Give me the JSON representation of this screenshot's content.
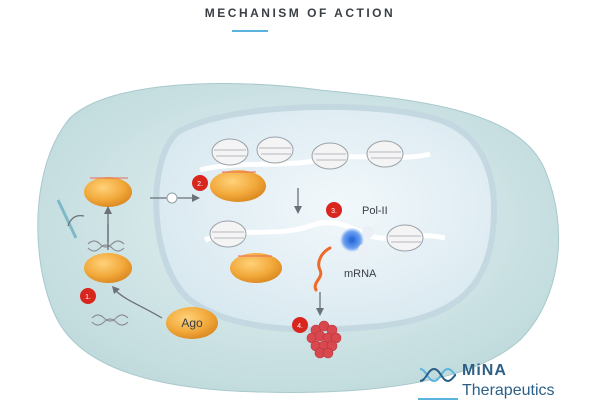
{
  "title": "MECHANISM OF ACTION",
  "labels": {
    "ago": "Ago",
    "pol2": "Pol-II",
    "mrna": "mRNA"
  },
  "steps": [
    "1.",
    "2.",
    "3.",
    "4."
  ],
  "logo": {
    "line1": "MiNA",
    "line2": "Therapeutics"
  },
  "colors": {
    "accent": "#5ab4dd",
    "step_badge": "#d8261f",
    "ago": "#f2a93b",
    "mrna": "#ef6a2a",
    "protein": "#d9484f",
    "cell": "#cfe5e6",
    "nucleus": "#e4f0f6"
  }
}
